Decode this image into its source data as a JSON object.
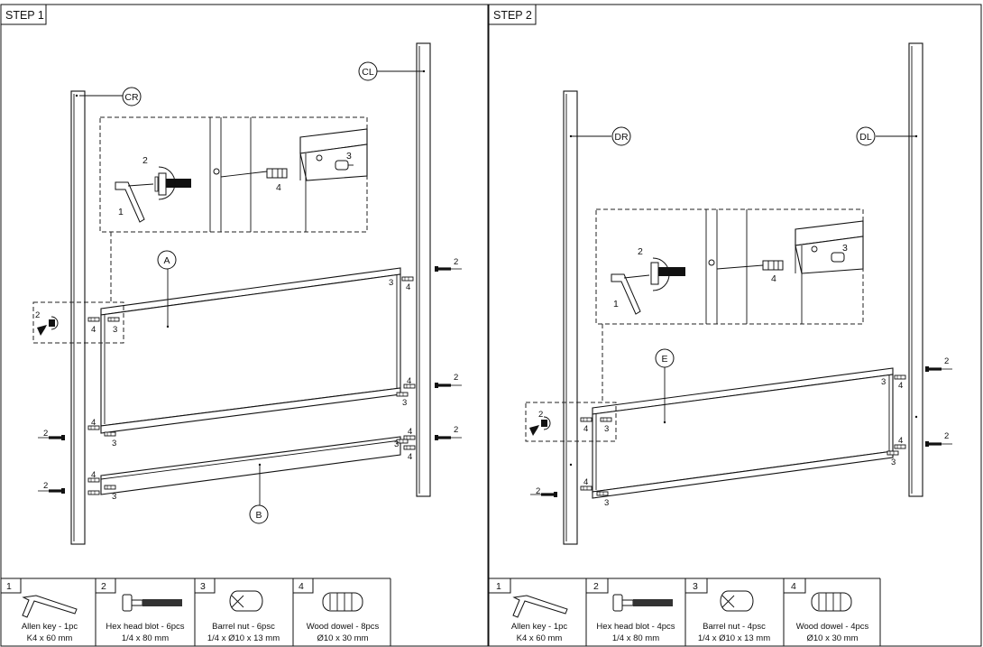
{
  "steps": [
    {
      "title": "STEP 1",
      "callouts": {
        "post_left": "CR",
        "post_right": "CL",
        "panel_top": "A",
        "panel_bottom": "B"
      },
      "detail_numbers": [
        "1",
        "2",
        "3",
        "4"
      ],
      "hardware_numbers": [
        "2",
        "3",
        "4"
      ],
      "hardware": [
        {
          "no": "1",
          "name": "Allen key - 1pc",
          "spec": "K4 x 60 mm",
          "icon": "allen-key-icon"
        },
        {
          "no": "2",
          "name": "Hex head blot - 6pcs",
          "spec": "1/4 x 80 mm",
          "icon": "hex-bolt-icon"
        },
        {
          "no": "3",
          "name": "Barrel nut - 6psc",
          "spec": "1/4 x Ø10 x 13 mm",
          "icon": "barrel-nut-icon"
        },
        {
          "no": "4",
          "name": "Wood dowel - 8pcs",
          "spec": "Ø10 x 30 mm",
          "icon": "wood-dowel-icon"
        }
      ]
    },
    {
      "title": "STEP 2",
      "callouts": {
        "post_left": "DR",
        "post_right": "DL",
        "panel": "E"
      },
      "detail_numbers": [
        "1",
        "2",
        "3",
        "4"
      ],
      "hardware_numbers": [
        "2",
        "3",
        "4"
      ],
      "hardware": [
        {
          "no": "1",
          "name": "Allen key - 1pc",
          "spec": "K4 x 60 mm",
          "icon": "allen-key-icon"
        },
        {
          "no": "2",
          "name": "Hex head blot - 4pcs",
          "spec": "1/4 x 80 mm",
          "icon": "hex-bolt-icon"
        },
        {
          "no": "3",
          "name": "Barrel nut - 4psc",
          "spec": "1/4 x Ø10 x 13 mm",
          "icon": "barrel-nut-icon"
        },
        {
          "no": "4",
          "name": "Wood dowel - 4pcs",
          "spec": "Ø10 x 30 mm",
          "icon": "wood-dowel-icon"
        }
      ]
    }
  ],
  "colors": {
    "line": "#111111",
    "background": "#ffffff"
  }
}
